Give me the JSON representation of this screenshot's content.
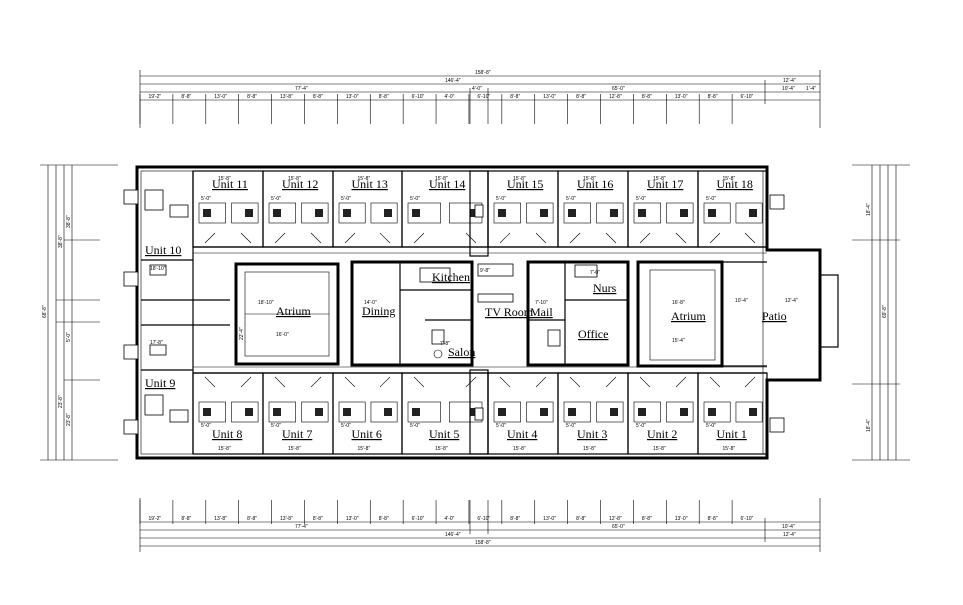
{
  "units_top": [
    "Unit 11",
    "Unit 12",
    "Unit 13",
    "Unit 14",
    "Unit 15",
    "Unit 16",
    "Unit 17",
    "Unit 18"
  ],
  "units_bottom": [
    "Unit 8",
    "Unit 7",
    "Unit 6",
    "Unit 5",
    "Unit 4",
    "Unit 3",
    "Unit 2",
    "Unit 1"
  ],
  "rooms": {
    "unit10": "Unit 10",
    "unit9": "Unit 9",
    "atrium_left": "Atrium",
    "dining": "Dining",
    "kitchen": "Kitchen",
    "salon": "Salon",
    "tv_room": "TV Room",
    "mail": "Mail",
    "nurse": "Nurs",
    "office": "Office",
    "atrium_right": "Atrium",
    "patio": "Patio"
  },
  "dims_top": {
    "overall": "158'-8\"",
    "row2_a": "146'-4\"",
    "row2_b": "12'-4\"",
    "row3_a": "77'-4\"",
    "row3_b": "4'-0\"",
    "row3_c": "65'-0\"",
    "row3_d": "10'-4\"",
    "row3_e": "1'-4\"",
    "segments": [
      "19'-2\"",
      "8'-8\"",
      "13'-0\"",
      "8'-8\"",
      "13'-8\"",
      "8'-8\"",
      "13'-0\"",
      "8'-8\"",
      "6'-10\"",
      "4'-0\"",
      "6'-10\"",
      "8'-8\"",
      "13'-0\"",
      "8'-8\"",
      "12'-8\"",
      "8'-8\"",
      "13'-0\"",
      "8'-8\"",
      "6'-10\""
    ]
  },
  "dims_bottom": {
    "overall": "158'-8\"",
    "row2_a": "146'-4\"",
    "row2_b": "12'-4\"",
    "row3_a": "77'-4\"",
    "row3_b": "65'-0\"",
    "row3_c": "10'-4\"",
    "segments": [
      "19'-2\"",
      "8'-8\"",
      "13'-8\"",
      "8'-8\"",
      "13'-8\"",
      "8'-8\"",
      "13'-0\"",
      "8'-8\"",
      "6'-10\"",
      "4'-0\"",
      "6'-10\"",
      "8'-8\"",
      "13'-0\"",
      "8'-8\"",
      "12'-8\"",
      "8'-8\"",
      "13'-0\"",
      "8'-8\"",
      "6'-10\""
    ]
  },
  "dims_left": {
    "overall": "68'-8\"",
    "upper": "38'-8\"",
    "lower": "23'-8\"",
    "mid": "5'-0\""
  },
  "dims_right": {
    "overall": "69'-8\"",
    "upper": "18'-4\"",
    "lower": "18'-4\""
  },
  "room_dims": {
    "unit_width": "15'-8\"",
    "bath": "5'-0\"",
    "atrium_w": "18'-10\"",
    "atrium_inner": "16'-0\"",
    "atrium_h": "22'-4\"",
    "atrium_right_w": "16'-8\"",
    "atrium_right_inner": "15'-4\"",
    "patio_w": "10'-4\"",
    "patio_h": "12'-4\"",
    "dining_w": "14'-0\"",
    "kitchen_w": "9'-8\"",
    "mail_w": "7'-10\"",
    "nurse_w": "7'-0\"",
    "salon_w": "7'-8\"",
    "unit10_w": "18'-10\"",
    "unit9_w": "17'-8\""
  }
}
